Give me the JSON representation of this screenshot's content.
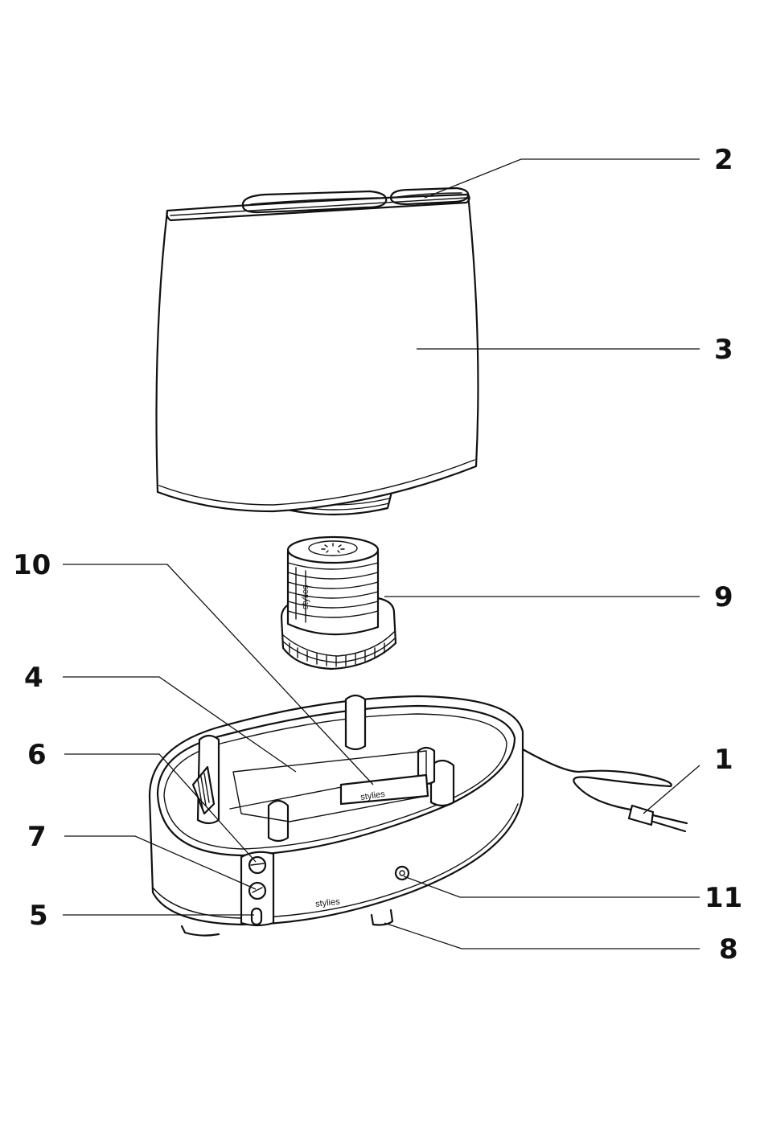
{
  "callouts": {
    "c1": "1",
    "c2": "2",
    "c3": "3",
    "c4": "4",
    "c5": "5",
    "c6": "6",
    "c7": "7",
    "c8": "8",
    "c9": "9",
    "c10": "10",
    "c11": "11"
  },
  "branding": {
    "base_logo": "stylies",
    "filter_logo": "stylies",
    "module_logo": "stylies"
  },
  "colors": {
    "line": "#111111",
    "background": "#ffffff"
  }
}
